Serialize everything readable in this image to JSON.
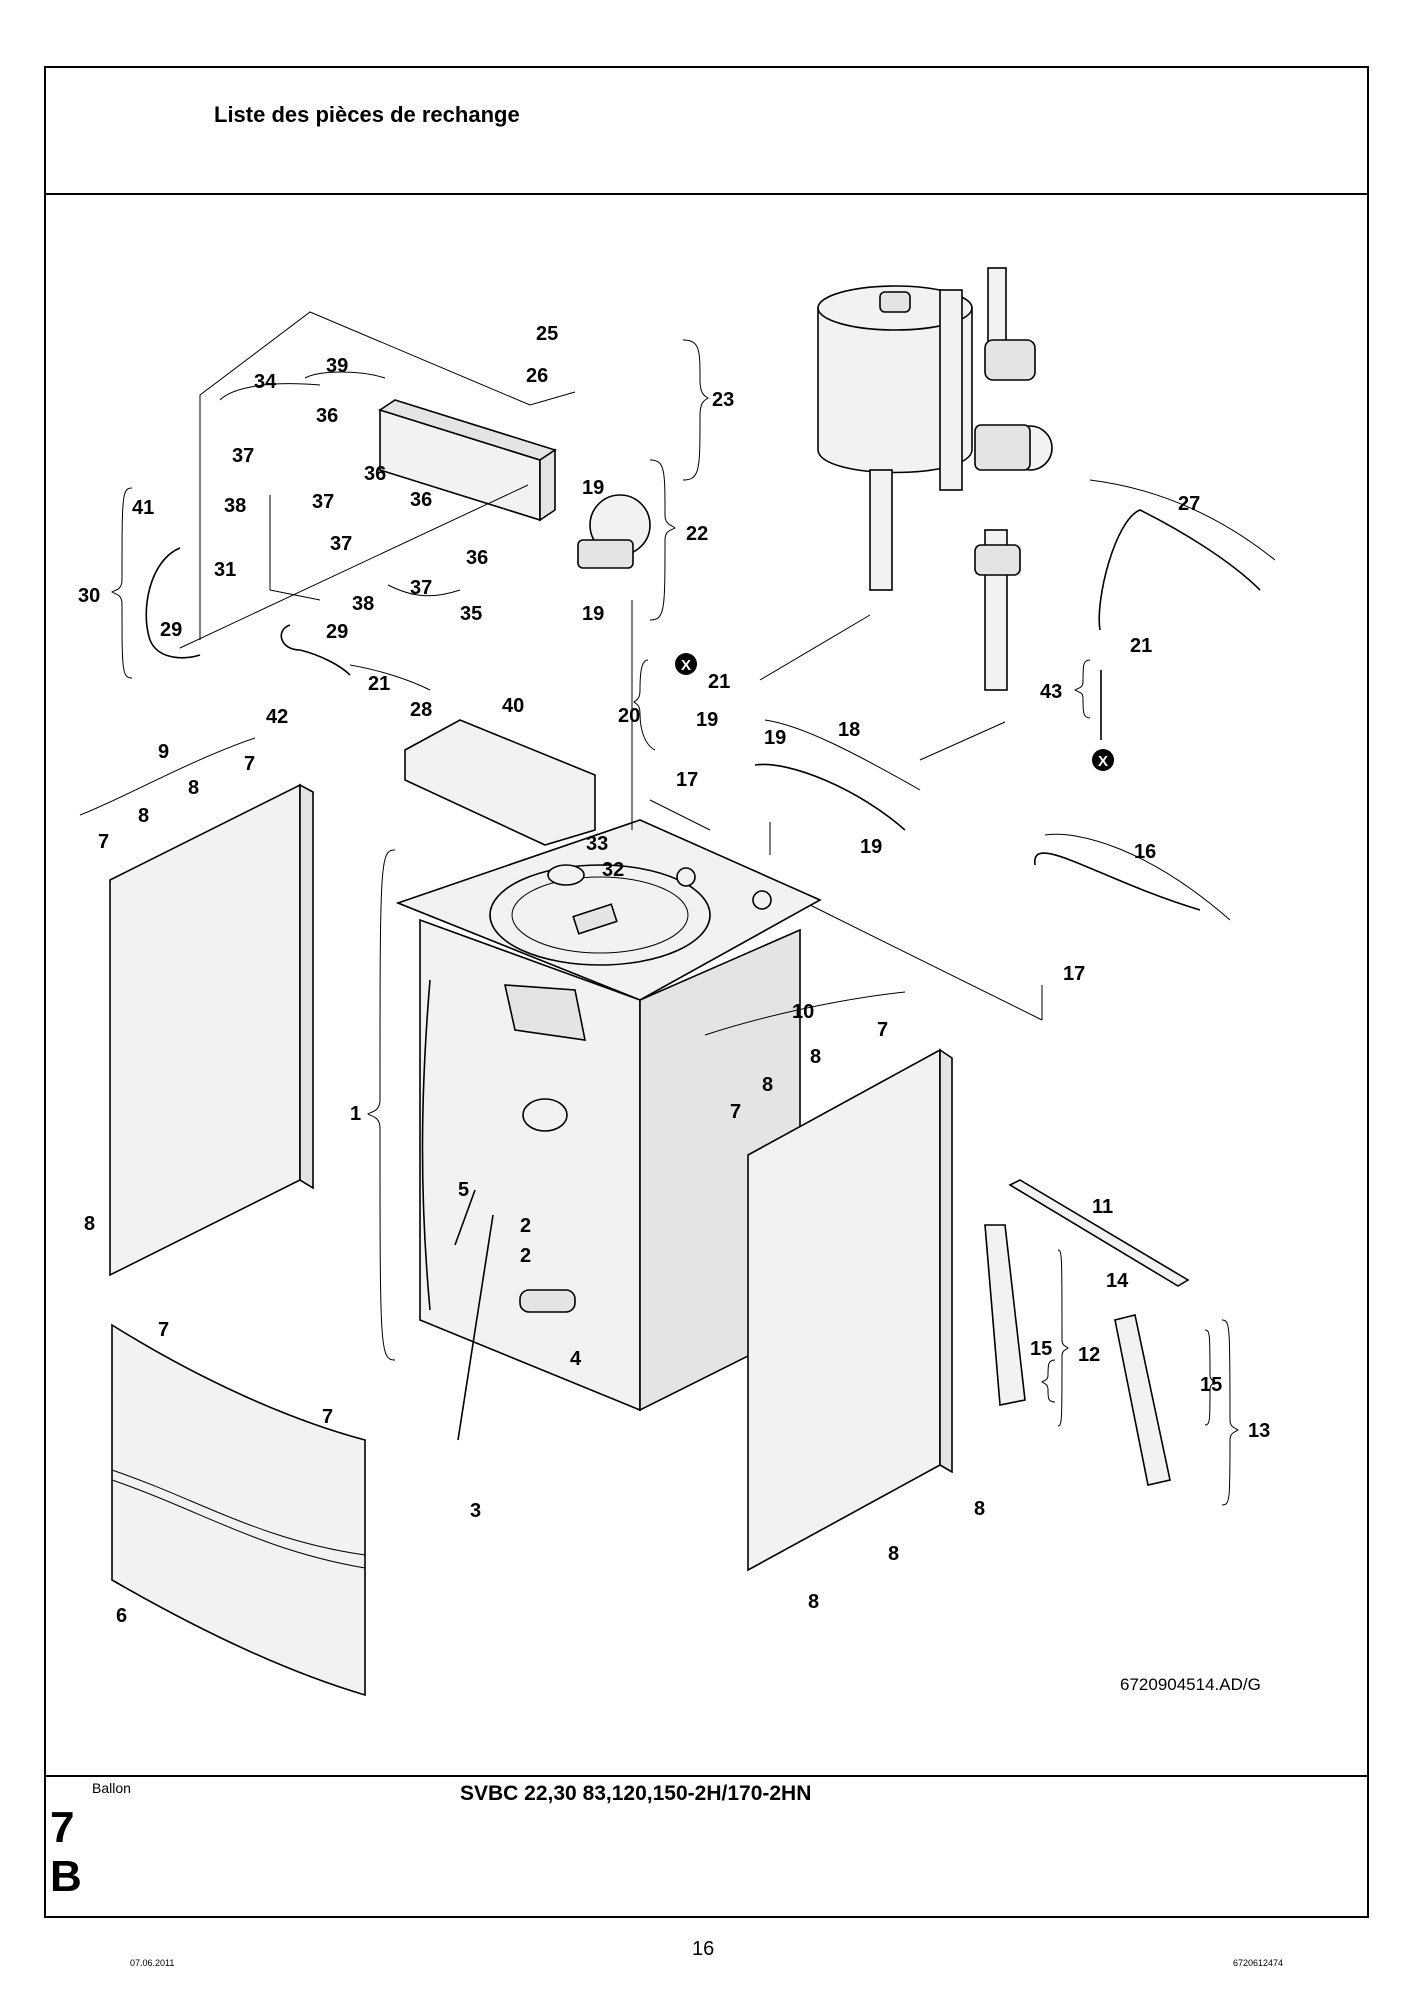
{
  "header": {
    "title": "Liste des pièces de rechange"
  },
  "footer": {
    "category": "Ballon",
    "model": "SVBC 22,30 83,120,150-2H/170-2HN",
    "section_number": "7",
    "section_letter": "B",
    "page_number": "16",
    "date": "07.06.2011",
    "doc_number": "6720612474"
  },
  "diagram": {
    "reference": "6720904514.AD/G",
    "x_marker": "X",
    "callouts": [
      "1",
      "2",
      "2",
      "3",
      "4",
      "5",
      "6",
      "7",
      "7",
      "7",
      "7",
      "7",
      "7",
      "8",
      "8",
      "8",
      "8",
      "8",
      "8",
      "8",
      "8",
      "8",
      "8",
      "9",
      "10",
      "11",
      "12",
      "13",
      "14",
      "15",
      "15",
      "16",
      "17",
      "17",
      "18",
      "19",
      "19",
      "19",
      "19",
      "19",
      "19",
      "20",
      "21",
      "21",
      "21",
      "22",
      "23",
      "25",
      "26",
      "27",
      "28",
      "29",
      "29",
      "30",
      "31",
      "32",
      "33",
      "34",
      "35",
      "36",
      "36",
      "36",
      "36",
      "37",
      "37",
      "37",
      "37",
      "38",
      "38",
      "39",
      "40",
      "41",
      "42",
      "43"
    ]
  }
}
